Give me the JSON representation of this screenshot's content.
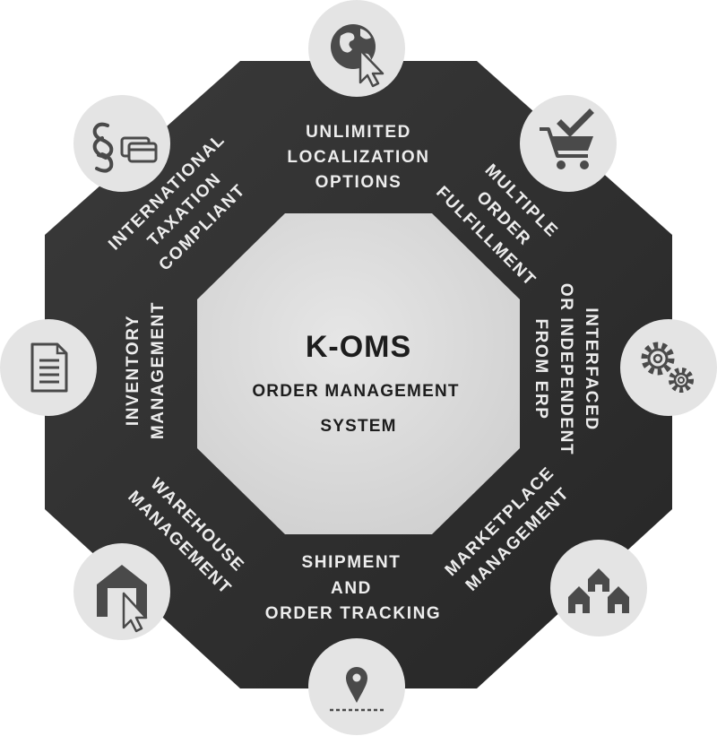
{
  "center": {
    "title": "K-OMS",
    "subtitle_line1": "ORDER MANAGEMENT",
    "subtitle_line2": "SYSTEM"
  },
  "segments": {
    "localization": [
      "UNLIMITED",
      "LOCALIZATION",
      "OPTIONS"
    ],
    "fulfillment": [
      "MULTIPLE",
      "ORDER",
      "FULFILLMENT"
    ],
    "erp": [
      "INTERFACED",
      "OR INDEPENDENT",
      "FROM ERP"
    ],
    "marketplace": [
      "MARKETPLACE",
      "MANAGEMENT"
    ],
    "shipment": [
      "SHIPMENT",
      "AND",
      "ORDER TRACKING"
    ],
    "warehouse": [
      "WAREHOUSE",
      "MANAGEMENT"
    ],
    "inventory": [
      "INVENTORY",
      "MANAGEMENT"
    ],
    "taxation": [
      "INTERNATIONAL",
      "TAXATION",
      "COMPLIANT"
    ]
  },
  "icons": {
    "top": "globe-cursor-icon",
    "top_right": "shopping-cart-check-icon",
    "right": "gears-icon",
    "bottom_right": "houses-icon",
    "bottom": "location-pin-icon",
    "bottom_left": "warehouse-cursor-icon",
    "left": "document-icon",
    "top_left": "paragraph-cards-icon"
  },
  "colors": {
    "outer_octagon": "#333333",
    "inner_octagon": "#dcdcdc",
    "segment_text": "#ededed",
    "icon_circle": "#e4e4e4",
    "icon": "#4a4a4a"
  }
}
